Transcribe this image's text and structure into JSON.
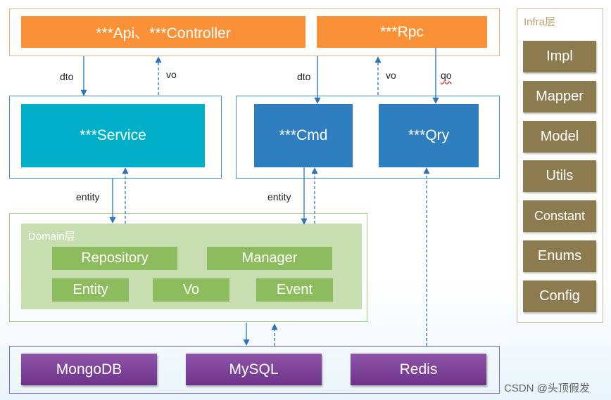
{
  "top": {
    "api_controller": "***Api、***Controller",
    "rpc": "***Rpc"
  },
  "middle": {
    "service": "***Service",
    "cmd": "***Cmd",
    "qry": "***Qry"
  },
  "domain": {
    "title": "Domain层",
    "items": {
      "repository": "Repository",
      "manager": "Manager",
      "entity": "Entity",
      "vo": "Vo",
      "event": "Event"
    }
  },
  "storage": {
    "mongodb": "MongoDB",
    "mysql": "MySQL",
    "redis": "Redis"
  },
  "infra": {
    "title": "Infra层",
    "items": [
      "Impl",
      "Mapper",
      "Model",
      "Utils",
      "Constant",
      "Enums",
      "Config"
    ]
  },
  "arrow_labels": {
    "dto_left": "dto",
    "vo_left": "vo",
    "dto_right": "dto",
    "vo_right": "vo",
    "qo": "qo",
    "entity_left": "entity",
    "entity_right": "entity"
  },
  "watermark": "CSDN @头顶假发",
  "colors": {
    "orange": "#fa9137",
    "cyan": "#01b0c8",
    "blue": "#2f7fc0",
    "green_light": "#c6deb0",
    "green_box": "#8cbc5d",
    "purple": "#7a3e9a",
    "olive": "#8c7b4e",
    "arrow": "#2f74b5"
  }
}
